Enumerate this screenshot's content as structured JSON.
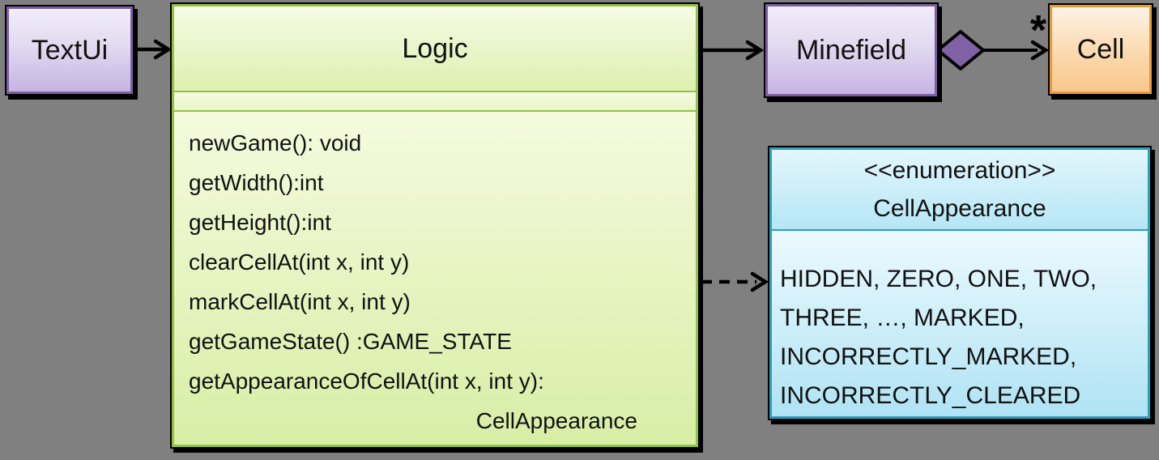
{
  "diagram": {
    "background": "#808080",
    "classes": {
      "textui": {
        "title": "TextUi"
      },
      "logic": {
        "title": "Logic",
        "methods": [
          "newGame(): void",
          "getWidth():int",
          "getHeight():int",
          "clearCellAt(int x, int y)",
          "markCellAt(int x, int y)",
          "getGameState() :GAME_STATE",
          "getAppearanceOfCellAt(int x, int y):",
          "CellAppearance"
        ]
      },
      "minefield": {
        "title": "Minefield"
      },
      "cell": {
        "title": "Cell"
      },
      "enum": {
        "stereotype": "<<enumeration>>",
        "title": "CellAppearance",
        "values": [
          "HIDDEN, ZERO, ONE, TWO,",
          "THREE, …, MARKED,",
          "INCORRECTLY_MARKED,",
          "INCORRECTLY_CLEARED"
        ]
      }
    },
    "relations": {
      "textui_logic": "association-arrow",
      "logic_minefield": "association-arrow",
      "minefield_cell": "aggregation",
      "cell_multiplicity": "*",
      "logic_enum": "dashed-dependency-arrow"
    },
    "colors": {
      "purple_border": "#7b5fa5",
      "purple_fill": "#c6b4e2",
      "green_border": "#95c045",
      "green_fill": "#d8eea6",
      "orange_border": "#e8993a",
      "orange_fill": "#f8c78c",
      "cyan_border": "#2f9fc0",
      "cyan_fill": "#b0e3f4",
      "diamond_fill": "#8161a5",
      "line_color": "#000000"
    }
  }
}
